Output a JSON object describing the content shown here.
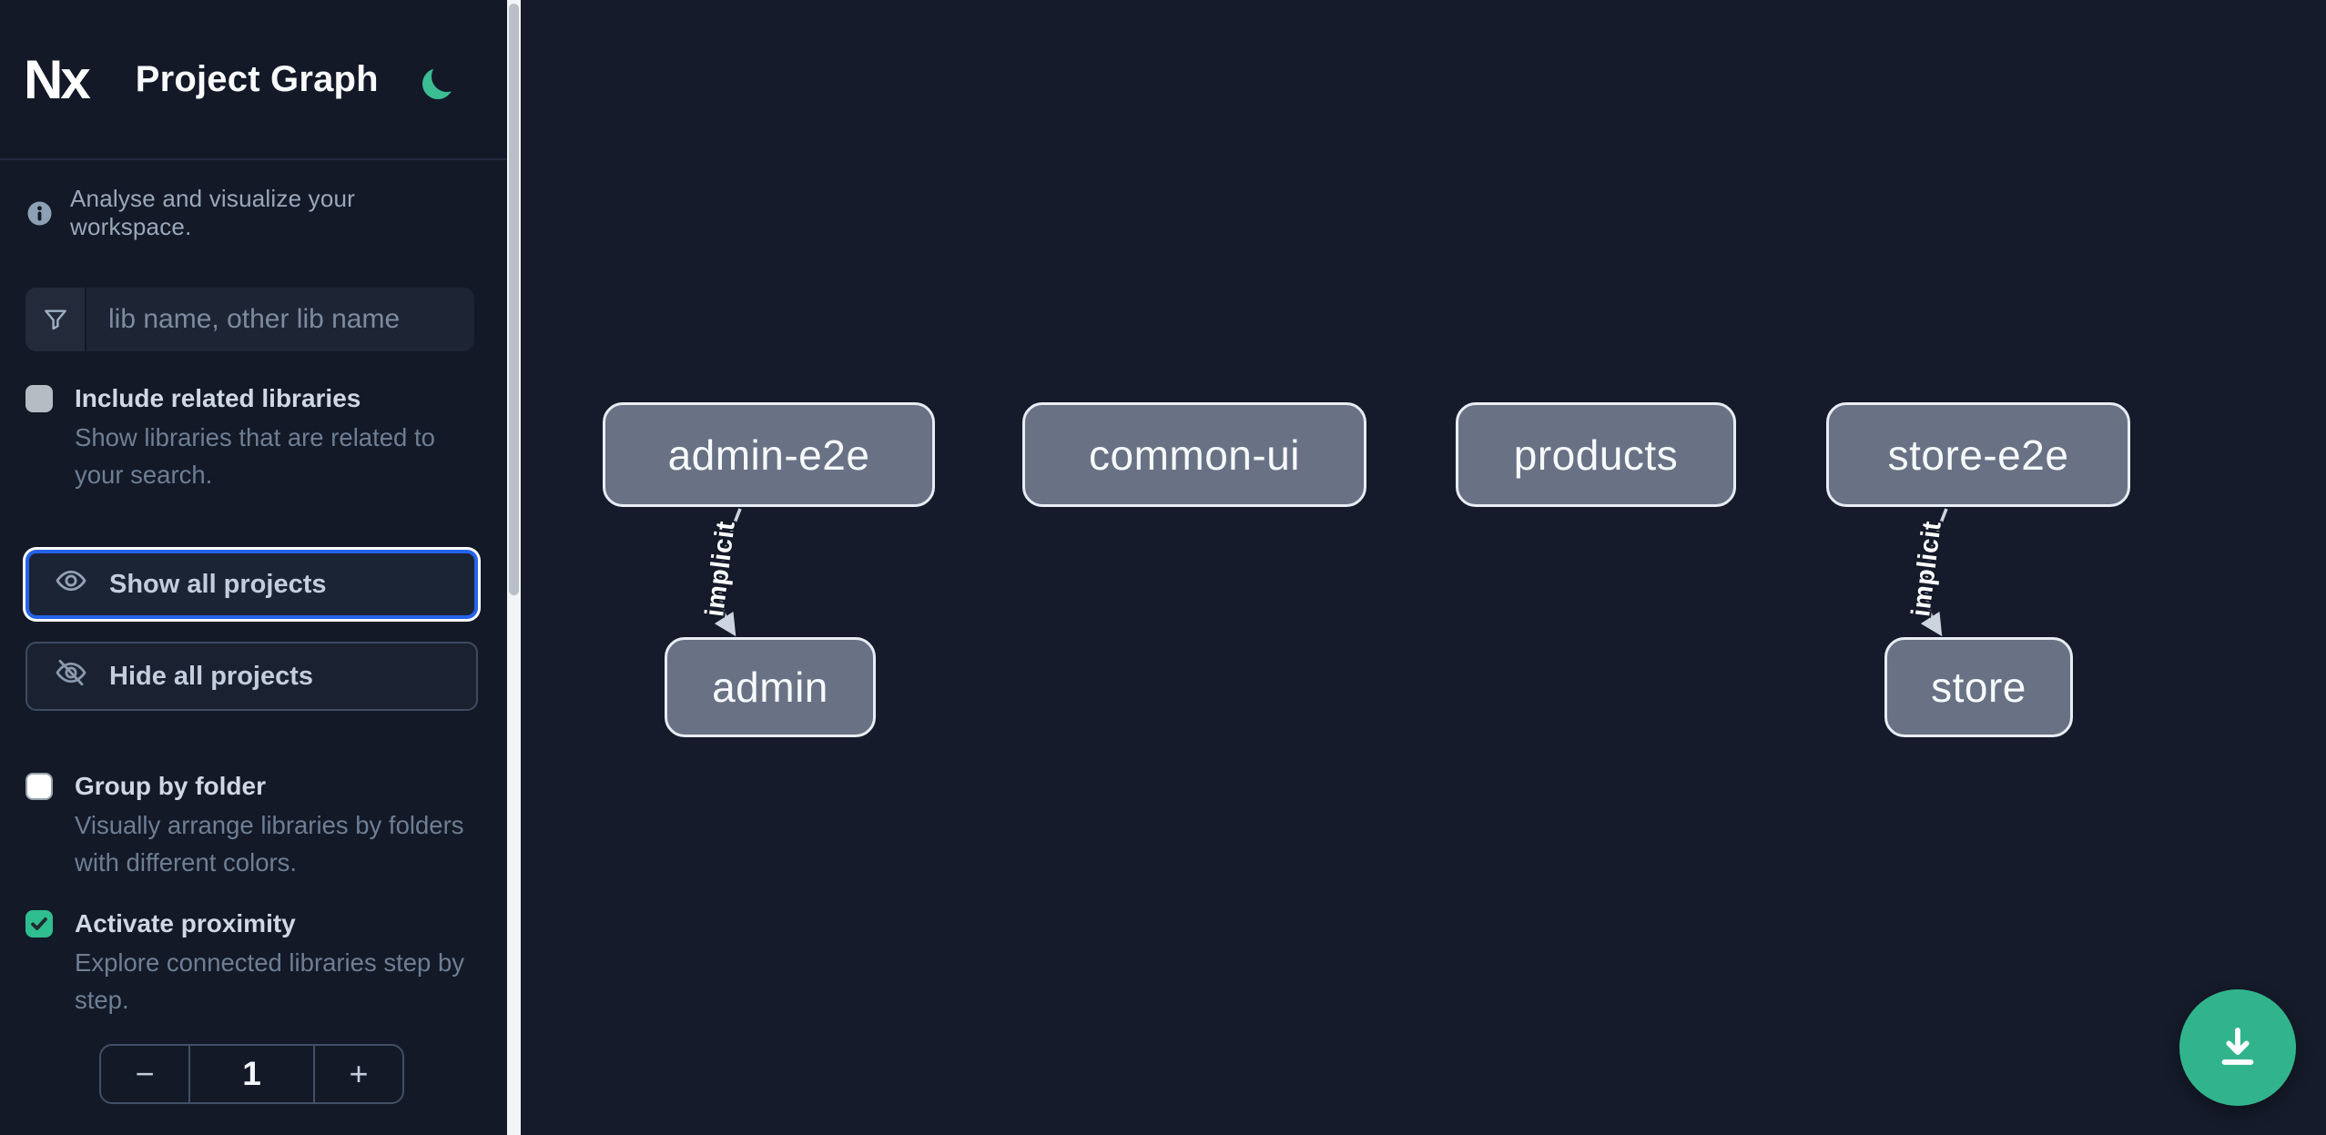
{
  "header": {
    "logo_text": "Nx",
    "title": "Project Graph"
  },
  "sidebar": {
    "info_text": "Analyse and visualize your workspace.",
    "search": {
      "placeholder": "lib name, other lib name"
    },
    "options": [
      {
        "label": "Include related libraries",
        "description": "Show libraries that are related to your search.",
        "checked": false
      },
      {
        "label": "Group by folder",
        "description": "Visually arrange libraries by folders with different colors.",
        "checked": false
      },
      {
        "label": "Activate proximity",
        "description": "Explore connected libraries step by step.",
        "checked": true
      }
    ],
    "buttons": {
      "show_all": "Show all projects",
      "hide_all": "Hide all projects"
    },
    "stepper": {
      "decrease": "−",
      "value": "1",
      "increase": "+"
    }
  },
  "graph": {
    "nodes": [
      {
        "label": "admin-e2e"
      },
      {
        "label": "common-ui"
      },
      {
        "label": "products"
      },
      {
        "label": "store-e2e"
      },
      {
        "label": "admin"
      },
      {
        "label": "store"
      }
    ],
    "edges": [
      {
        "from": "admin-e2e",
        "to": "admin",
        "label": "implicit"
      },
      {
        "from": "store-e2e",
        "to": "store",
        "label": "implicit"
      }
    ]
  },
  "colors": {
    "accent_green": "#2FBE8F",
    "focus_blue": "#2563EB",
    "node_fill": "#697284",
    "sidebar_bg": "#131927",
    "canvas_bg": "#151B2A"
  }
}
